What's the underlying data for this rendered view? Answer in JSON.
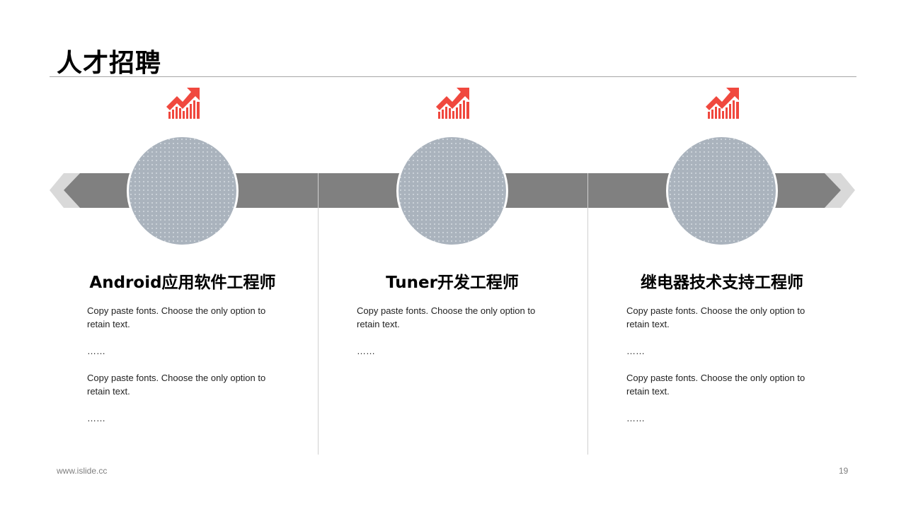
{
  "title": "人才招聘",
  "positions": [
    {
      "heading": "Android应用软件工程师",
      "paragraphs": [
        "Copy paste fonts. Choose the only option to retain text.",
        "……",
        "Copy paste fonts. Choose the only option to retain text.",
        "……"
      ]
    },
    {
      "heading": "Tuner开发工程师",
      "paragraphs": [
        "Copy paste fonts. Choose the only option to retain text.",
        "……"
      ]
    },
    {
      "heading": "继电器技术支持工程师",
      "paragraphs": [
        "Copy paste fonts. Choose the only option to retain text.",
        "……",
        "Copy paste fonts. Choose the only option to retain text.",
        "……"
      ]
    }
  ],
  "footer": {
    "website": "www.islide.cc",
    "page_number": "19"
  },
  "colors": {
    "accent": "#f0483e",
    "band": "#808080",
    "band_light": "#d9d9d9",
    "circle": "#aab3bd"
  },
  "icons": [
    "chart-growth-icon"
  ]
}
